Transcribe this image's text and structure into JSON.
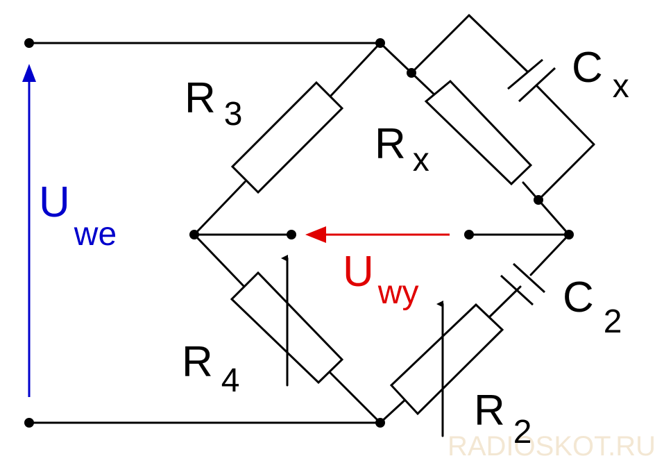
{
  "colors": {
    "line": "#000000",
    "input_voltage": "#0000cc",
    "output_voltage": "#e00000",
    "watermark": "#f3e7d3"
  },
  "labels": {
    "r3": {
      "main": "R",
      "sub": "3"
    },
    "rx": {
      "main": "R",
      "sub": "x"
    },
    "cx": {
      "main": "C",
      "sub": "x"
    },
    "r4": {
      "main": "R",
      "sub": "4"
    },
    "r2": {
      "main": "R",
      "sub": "2"
    },
    "c2": {
      "main": "C",
      "sub": "2"
    },
    "uwe": {
      "main": "U",
      "sub": "we"
    },
    "uwy": {
      "main": "U",
      "sub": "wy"
    }
  },
  "watermark": "RADIOSKOT.RU"
}
